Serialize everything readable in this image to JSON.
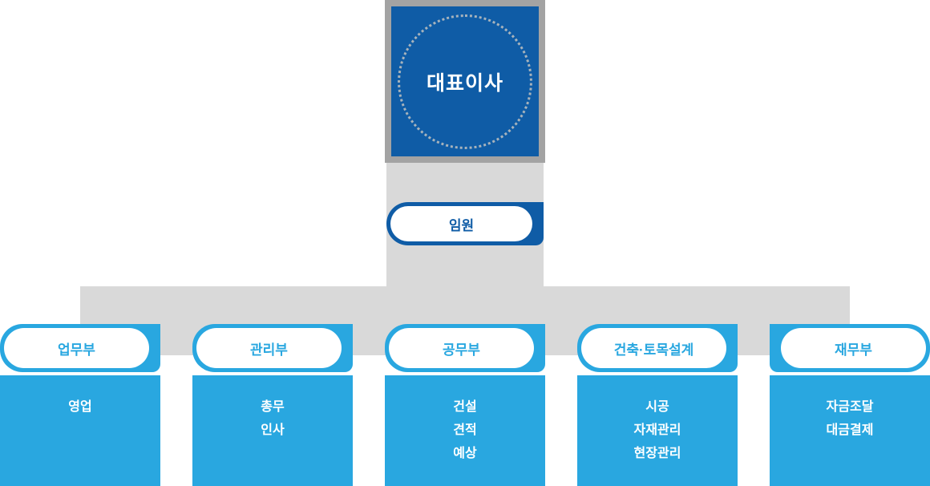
{
  "org": {
    "title": "organization-chart",
    "ceo": {
      "label": "대표이사"
    },
    "executive": {
      "label": "임원"
    },
    "departments": [
      {
        "label": "업무부",
        "items": [
          "영업"
        ]
      },
      {
        "label": "관리부",
        "items": [
          "총무",
          "인사"
        ]
      },
      {
        "label": "공무부",
        "items": [
          "건설",
          "견적",
          "예상"
        ]
      },
      {
        "label": "건축·토목설계",
        "items": [
          "시공",
          "자재관리",
          "현장관리"
        ]
      },
      {
        "label": "재무부",
        "items": [
          "자금조달",
          "대금결제"
        ]
      }
    ],
    "colors": {
      "dark_blue": "#0f5ca6",
      "light_blue": "#29a7e0",
      "frame_gray": "#a3a3a3",
      "connector_gray": "#d9d9d9",
      "text_white": "#ffffff"
    }
  }
}
